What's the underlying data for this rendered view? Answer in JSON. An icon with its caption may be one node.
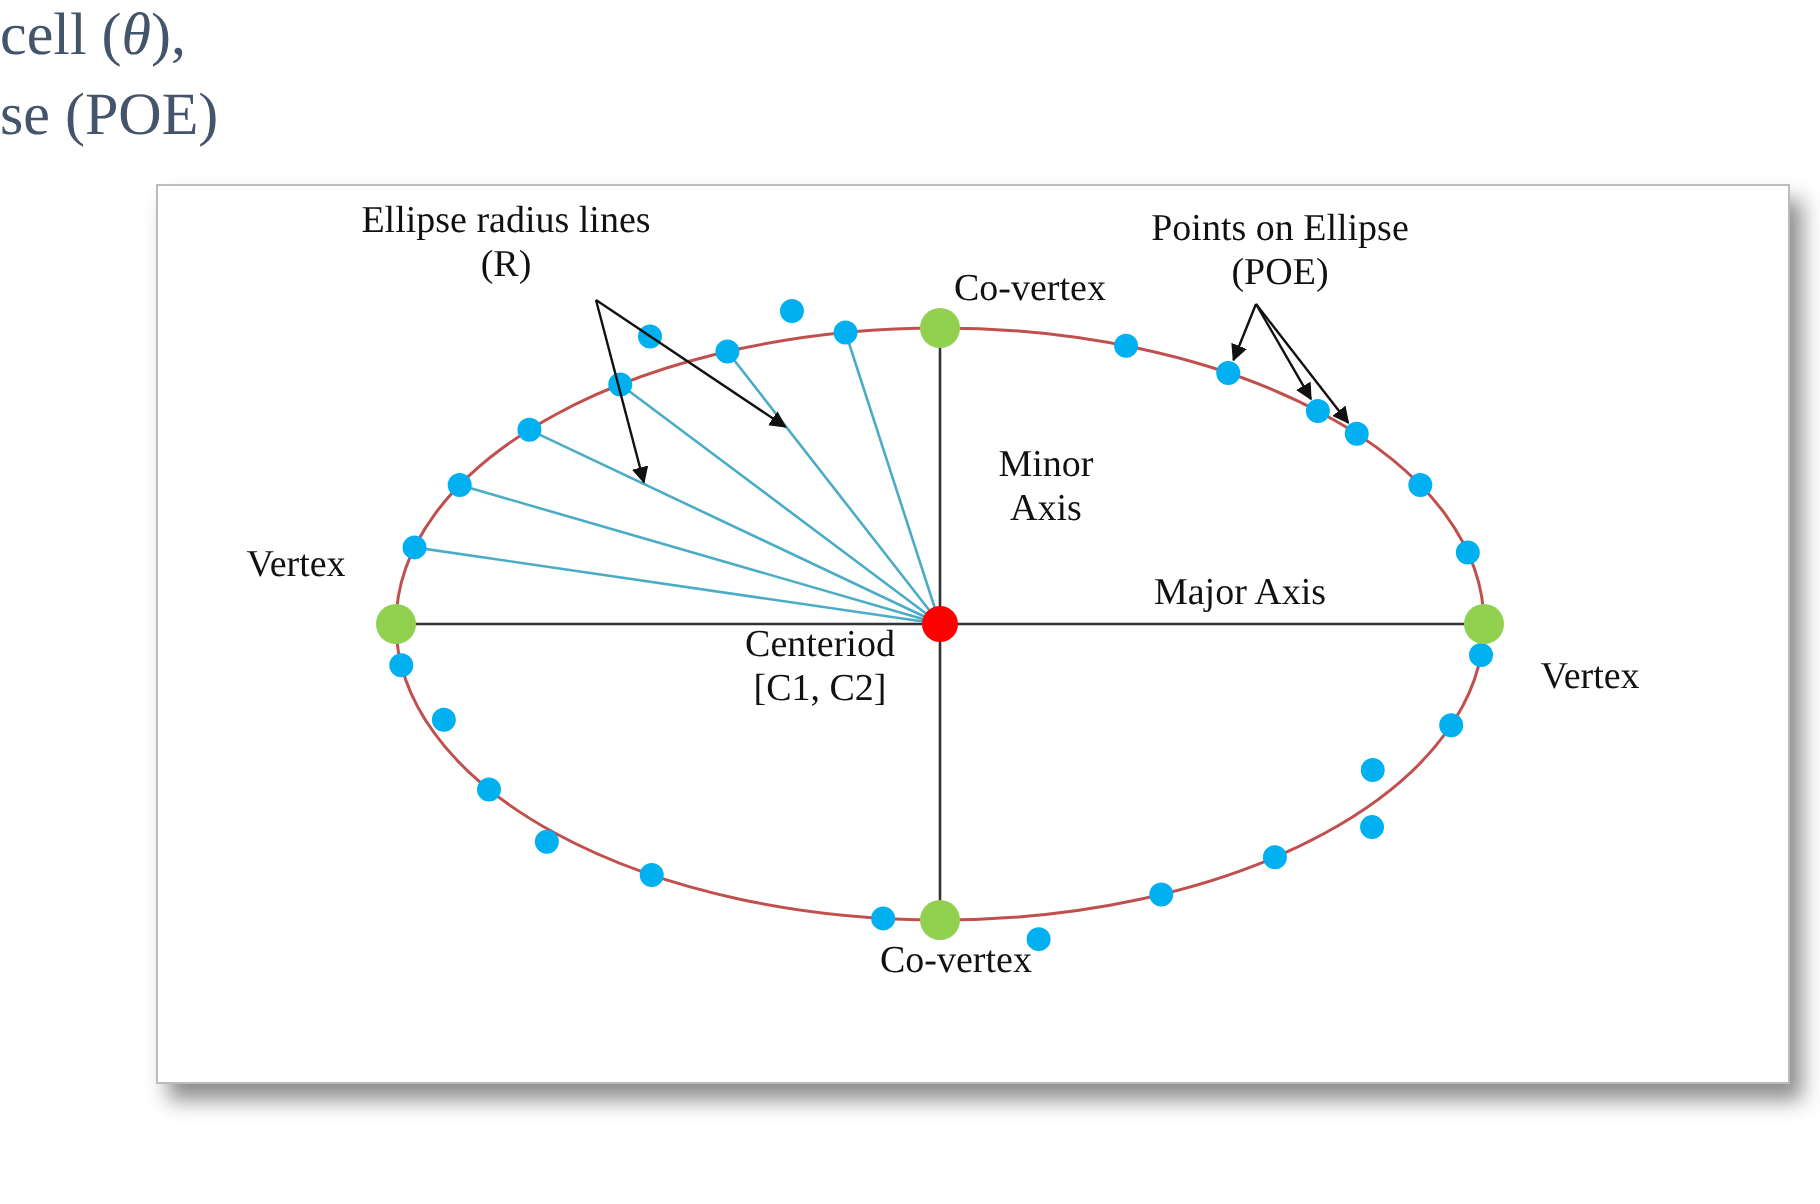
{
  "diagram": {
    "nodes": [
      {
        "text": [
          "Ellipse radius lines (R)"
        ]
      },
      {
        "text": [
          "Points on Ellipse (POE)"
        ]
      }
    ],
    "edges": [
      {
        "from": 0,
        "to": null,
        "arrow": "to"
      },
      {
        "from": 0,
        "to": null,
        "arrow": "to"
      },
      {
        "from": 1,
        "to": null,
        "arrow": "to"
      },
      {
        "from": 1,
        "to": null,
        "arrow": "to"
      },
      {
        "from": 1,
        "to": null,
        "arrow": "to"
      }
    ],
    "labels": [
      "cell (*θ*),",
      "se (POE)",
      "Co-vertex",
      "Minor Axis",
      "Vertex",
      "Centeriod [C1, C2]",
      "Major Axis",
      "Vertex",
      "Co-vertex"
    ]
  }
}
